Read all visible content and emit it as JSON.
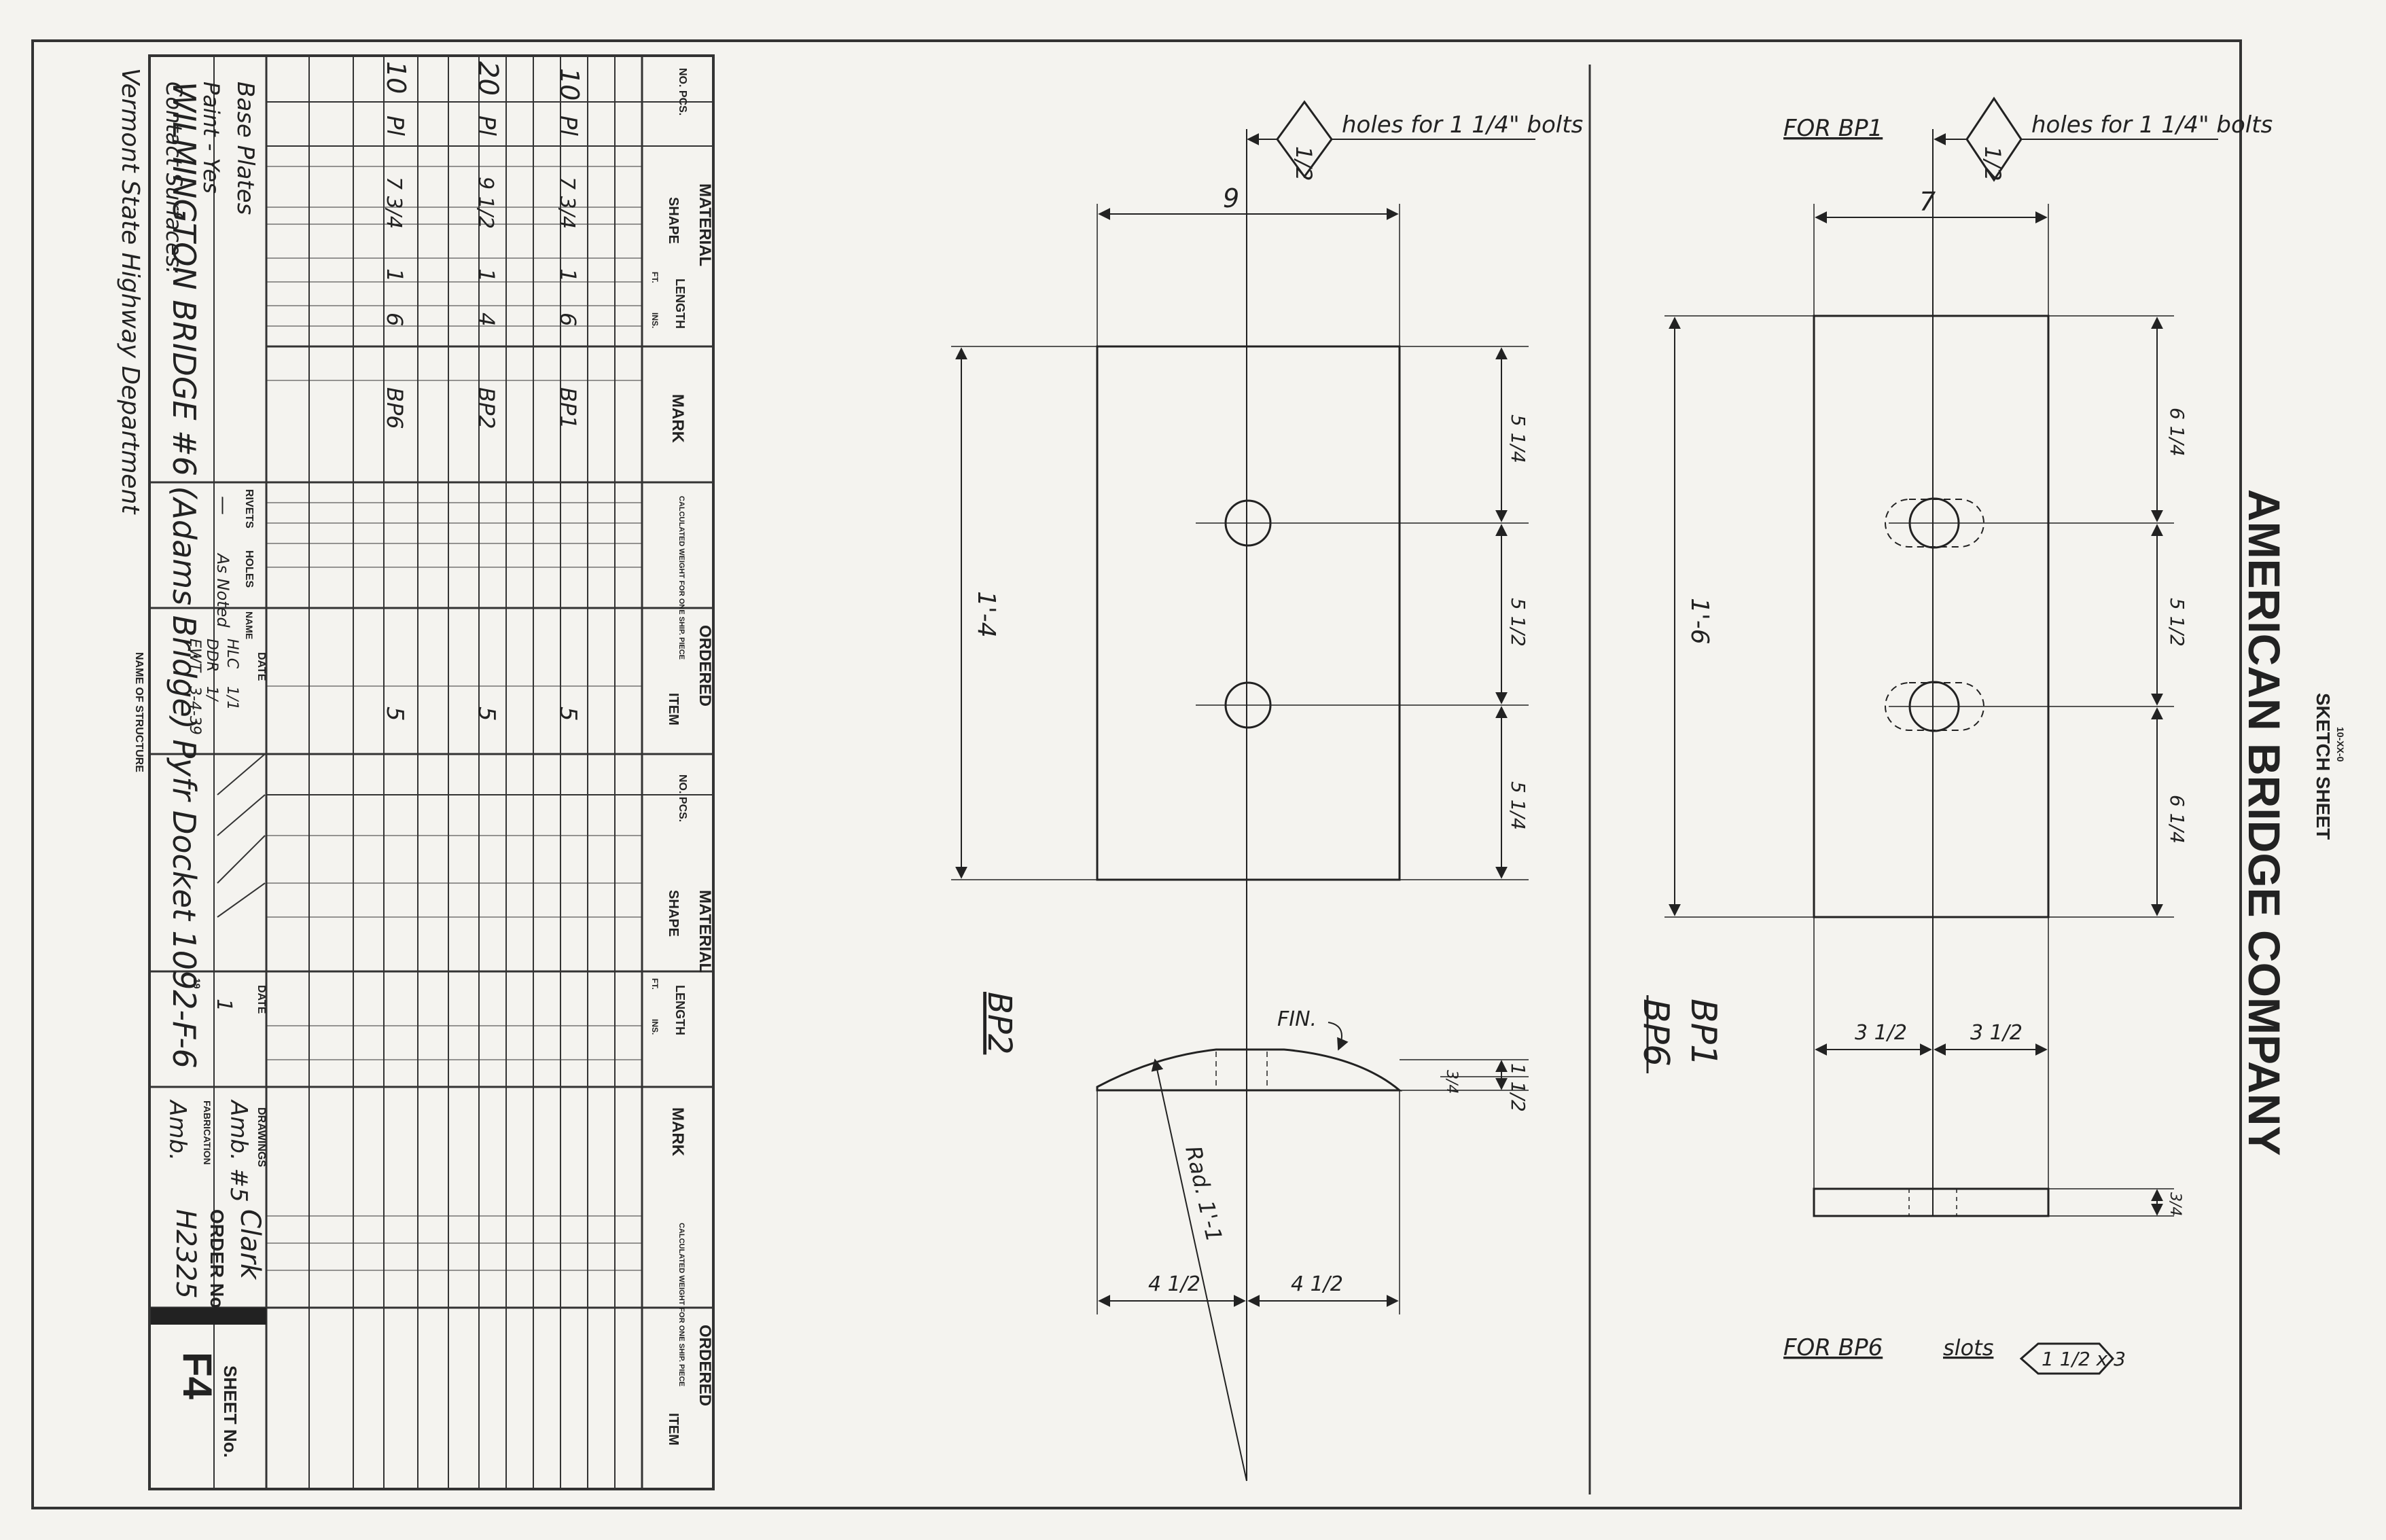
{
  "company": {
    "name": "AMERICAN BRIDGE COMPANY",
    "sheet_type": "SKETCH SHEET",
    "form_no": "10-XX-0"
  },
  "title_block": {
    "sheet_no_label": "SHEET No.",
    "sheet_no": "F4",
    "order_no_label": "ORDER No.",
    "order_no": "H2325",
    "drawings_label": "DRAWINGS",
    "drawings_value": "Amb. #5",
    "fabrication_label": "FABRICATION",
    "fabrication_value": "Amb.",
    "contractor": "Clark",
    "date_label": "DATE",
    "date_prefix": "19",
    "date_value": "1",
    "name_label": "NAME",
    "name_of_structure_label": "NAME OF STRUCTURE",
    "names": [
      "HLC",
      "DDR",
      "EWT"
    ],
    "dates": [
      "1/1",
      "1/",
      "3-4-39"
    ],
    "rivets_label": "RIVETS",
    "holes_label": "HOLES",
    "holes_value": "As Noted",
    "rivets_value": "—",
    "notes": [
      "Base Plates",
      "Paint - Yes",
      "Contact Surfaces:"
    ],
    "department": "Vermont State Highway Department",
    "structure": "WILMINGTON BRIDGE #6 (Adams Bridge) Pyfr Docket 1092-F-6"
  },
  "table": {
    "group_label": "MATERIAL",
    "no_pcs_label": "NO. PCS.",
    "shape_label": "SHAPE",
    "length_label": "LENGTH",
    "ft_label": "FT.",
    "ins_label": "INS.",
    "mark_label": "MARK",
    "calc_weight_label": "CALCULATED WEIGHT FOR ONE SHIP. PIECE",
    "ordered_label": "ORDERED",
    "item_label": "ITEM",
    "rows": [
      {
        "pcs": "10",
        "shape": "Pl",
        "width": "7 3/4",
        "ft": "1",
        "ins": "6",
        "mark": "BP1",
        "item": "5"
      },
      {
        "pcs": "20",
        "shape": "Pl",
        "width": "9 1/2",
        "ft": "1",
        "ins": "4",
        "mark": "BP2",
        "item": "5"
      },
      {
        "pcs": "10",
        "shape": "Pl",
        "width": "7 3/4",
        "ft": "1",
        "ins": "6",
        "mark": "BP6",
        "item": "5"
      }
    ]
  },
  "bp2_drawing": {
    "label": "BP2",
    "holes_callout": "1/2",
    "holes_note": "holes for 1 1/4\" bolts",
    "width_dim": "9",
    "length_dim": "1'-4",
    "spacing_dims": [
      "5 1/4",
      "5 1/2",
      "5 1/4"
    ],
    "finish_note": "FIN.",
    "radius_note": "Rad. 1'-1",
    "edge_dim": "3/4",
    "thickness_dim": "1 1/2",
    "half_dims": [
      "4 1/2",
      "4 1/2"
    ]
  },
  "bp1_drawing": {
    "labels": [
      "BP1",
      "BP6"
    ],
    "for_bp1": "FOR BP1",
    "holes_callout": "1/2",
    "holes_note": "holes for 1 1/4\" bolts",
    "width_dim": "7",
    "length_dim": "1'-6",
    "spacing_dims": [
      "6 1/4",
      "5 1/2",
      "6 1/4"
    ],
    "half_dims": [
      "3 1/2",
      "3 1/2"
    ],
    "thickness_dim": "3/4",
    "for_bp6": "FOR BP6",
    "slots_label": "slots",
    "slot_size": "1 1/2 x 3"
  }
}
